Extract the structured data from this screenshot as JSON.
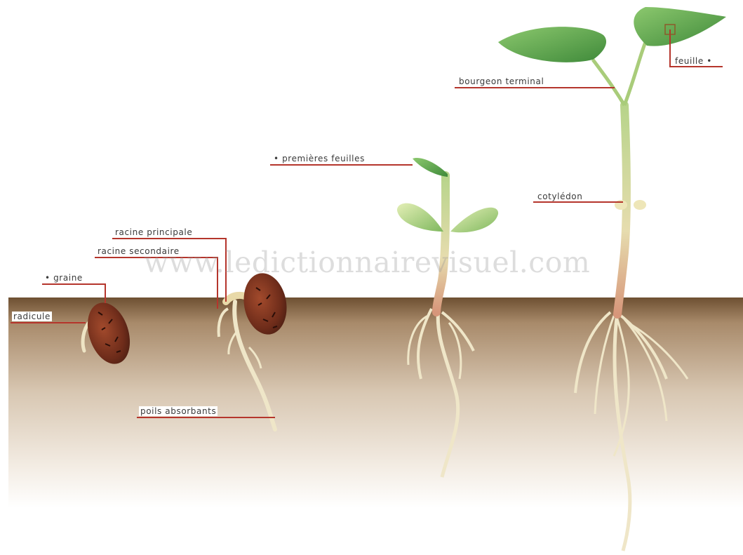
{
  "watermark": "www.ledictionnairevisuel.com",
  "labels": {
    "feuille": "feuille •",
    "bourgeon_terminal": "bourgeon terminal",
    "premieres_feuilles": "• premières feuilles",
    "cotyledon": "cotylédon",
    "racine_principale": "racine principale",
    "racine_secondaire": "racine secondaire",
    "graine": "• graine",
    "radicule": "radicule",
    "poils_absorbants": "poils absorbants"
  },
  "colors": {
    "leader_line": "#b5352c",
    "soil_top": "#7a5a3a",
    "soil_bottom": "#ffffff",
    "leaf": "#6fb35a",
    "leaf_dark": "#3f8a3a",
    "stem": "#b9d28a",
    "root": "#efe6c8",
    "seed": "#7a3220"
  }
}
